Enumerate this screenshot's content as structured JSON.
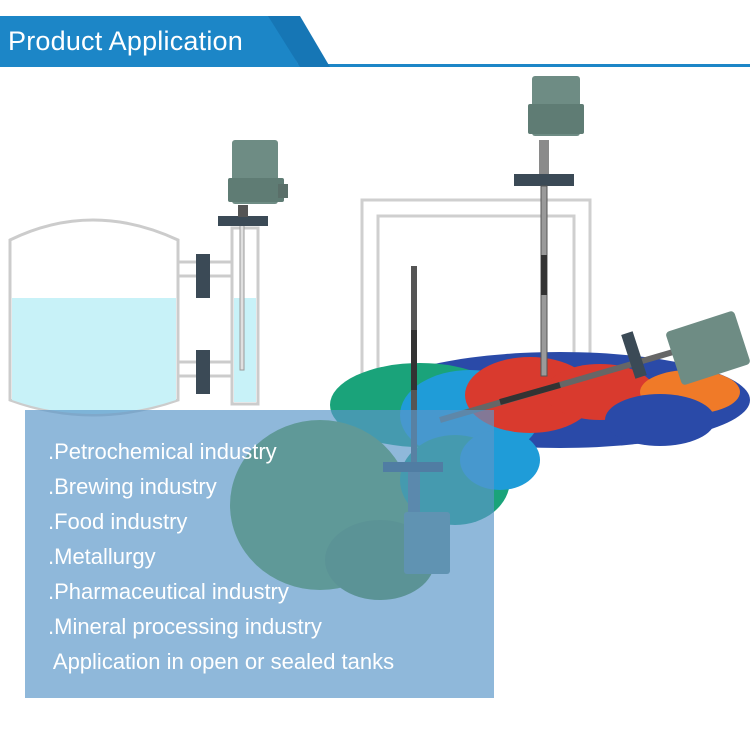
{
  "header": {
    "title": "Product Application",
    "accent_color": "#1c86c7",
    "dark_accent_color": "#0f5f9a"
  },
  "applications": {
    "items": [
      ".Petrochemical industry",
      ".Brewing industry",
      ".Food industry",
      ".Metallurgy",
      ".Pharmaceutical industry",
      ".Mineral processing industry",
      " Application in open or sealed tanks"
    ]
  },
  "illustration": {
    "tank_liquid_color": "#c8f2f8",
    "pellet_colors": [
      "#6b9e32",
      "#1f9cd8",
      "#1aa37a",
      "#d93a2e",
      "#2a4aa8",
      "#f07a28"
    ],
    "instrument_color": "#6e8c84"
  }
}
